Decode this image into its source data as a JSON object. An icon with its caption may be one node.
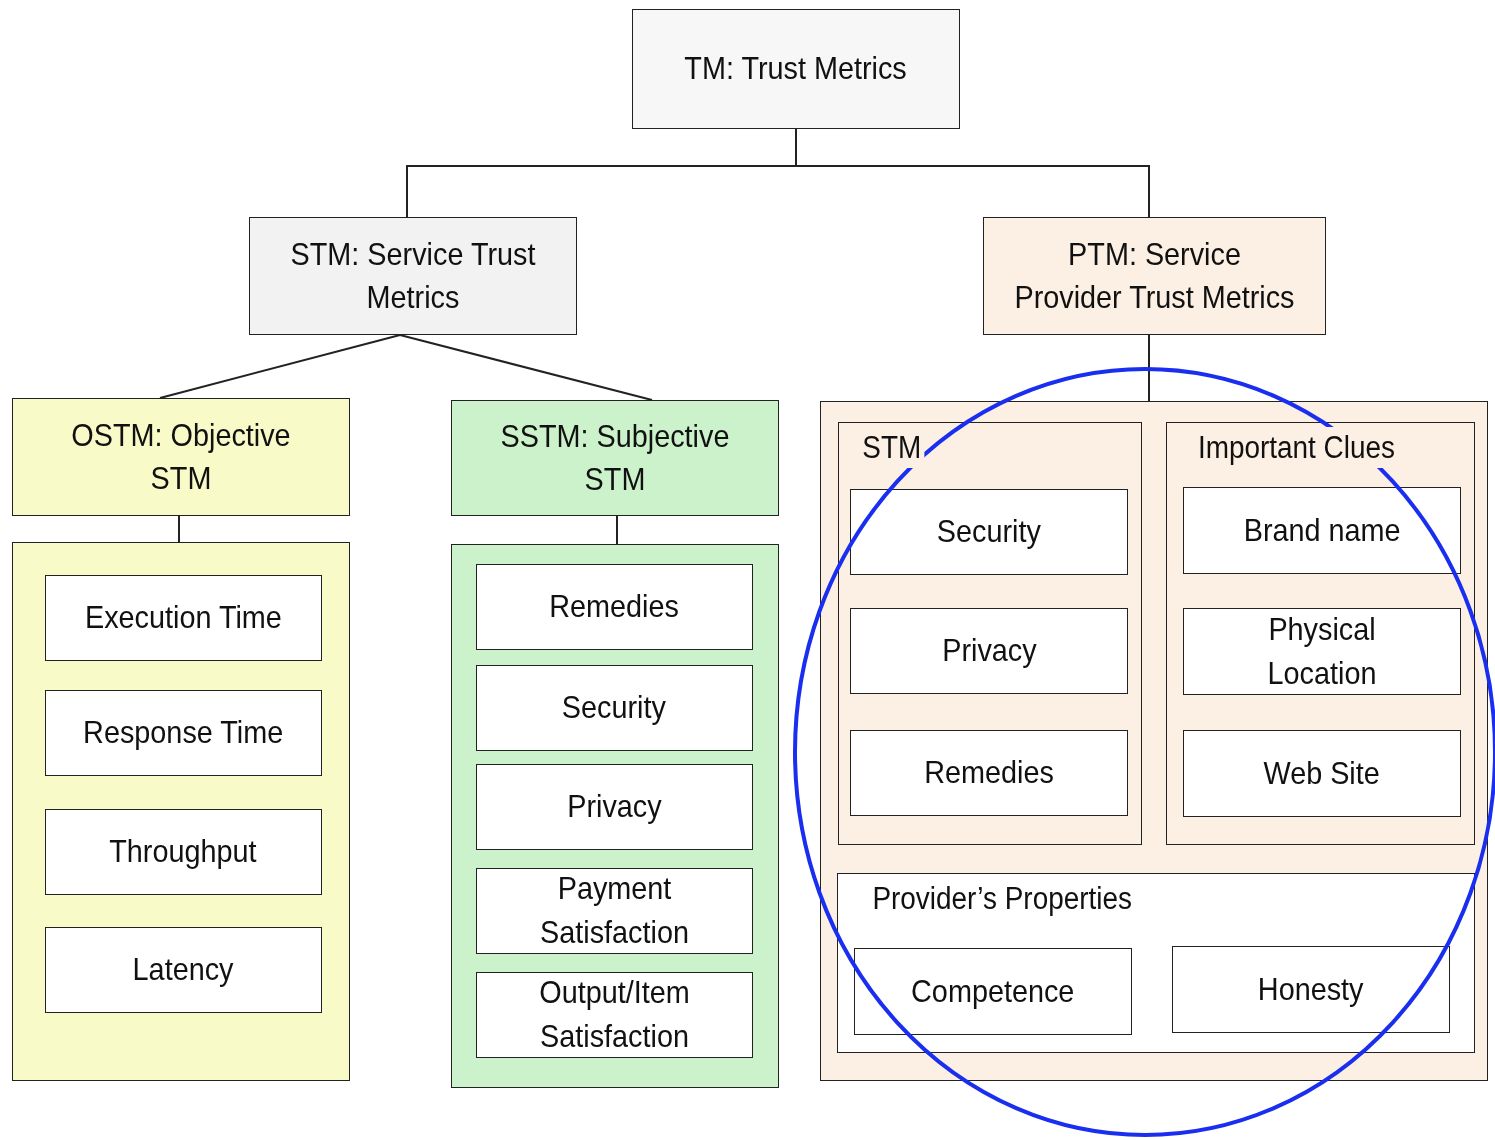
{
  "diagram": {
    "nodes": [
      {
        "text": [
          "TM: Trust Metrics"
        ]
      },
      {
        "text": [
          "STM: Service Trust Metrics"
        ]
      },
      {
        "text": [
          "PTM: Service Provider Trust Metrics"
        ]
      },
      {
        "text": [
          "OSTM: Objective STM"
        ]
      },
      {
        "text": [
          "SSTM: Subjective STM"
        ]
      },
      {
        "text": [],
        "shape": "box"
      },
      {
        "text": [
          "Execution Time"
        ],
        "in": 5
      },
      {
        "text": [
          "Response Time"
        ],
        "in": 5
      },
      {
        "text": [
          "Throughput"
        ],
        "in": 5
      },
      {
        "text": [
          "Latency"
        ],
        "in": 5
      },
      {
        "text": [],
        "shape": "box"
      },
      {
        "text": [
          "Remedies"
        ],
        "in": 10
      },
      {
        "text": [
          "Security"
        ],
        "in": 10
      },
      {
        "text": [
          "Privacy"
        ],
        "in": 10
      },
      {
        "text": [
          "Payment Satisfaction"
        ],
        "in": 10
      },
      {
        "text": [
          "Output/Item Satisfaction"
        ],
        "in": 10
      },
      {
        "text": [],
        "shape": "box"
      },
      {
        "text": [
          "STM"
        ],
        "in": 16
      },
      {
        "text": [
          "Security"
        ],
        "in": 17
      },
      {
        "text": [
          "Privacy"
        ],
        "in": 17
      },
      {
        "text": [
          "Remedies"
        ],
        "in": 17
      },
      {
        "text": [
          "Important Clues"
        ],
        "in": 16
      },
      {
        "text": [
          "Brand name"
        ],
        "in": 21
      },
      {
        "text": [
          "Physical Location"
        ],
        "in": 21
      },
      {
        "text": [
          "Web Site"
        ],
        "in": 21
      },
      {
        "text": [
          "Provider’s Properties"
        ],
        "in": 16
      },
      {
        "text": [
          "Competence"
        ],
        "in": 25
      },
      {
        "text": [
          "Honesty"
        ],
        "in": 25
      }
    ],
    "edges": [
      {
        "from": 0,
        "to": 1,
        "arrow": "none"
      },
      {
        "from": 0,
        "to": 2,
        "arrow": "none"
      },
      {
        "from": 1,
        "to": 3,
        "arrow": "none"
      },
      {
        "from": 1,
        "to": 4,
        "arrow": "none"
      },
      {
        "from": 3,
        "to": 5,
        "arrow": "none"
      },
      {
        "from": 4,
        "to": 10,
        "arrow": "none"
      },
      {
        "from": 2,
        "to": 16,
        "arrow": "none"
      }
    ]
  }
}
